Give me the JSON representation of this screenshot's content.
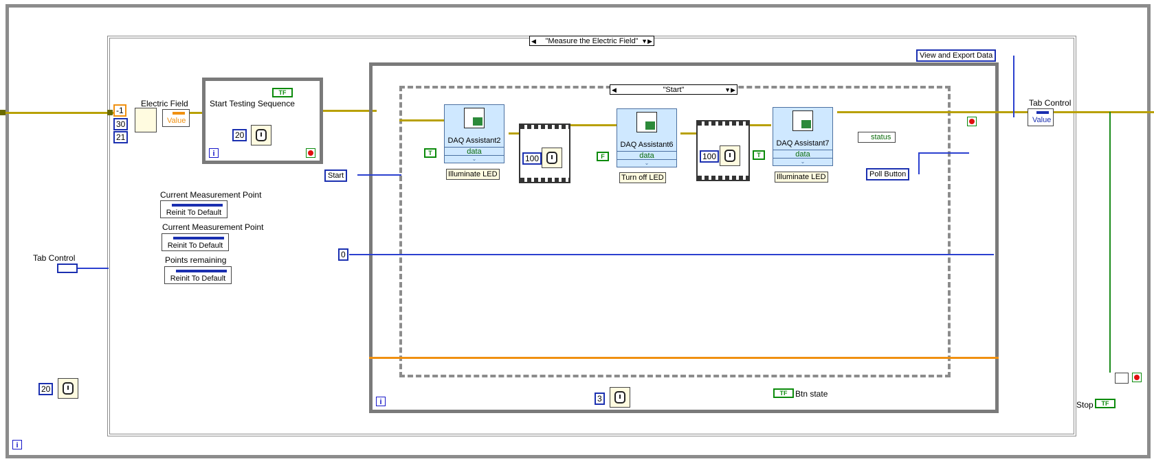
{
  "outer_loop": {
    "iteration": "i"
  },
  "case_structure": {
    "selector": "\"Measure the Electric Field\""
  },
  "sequence_loop": {
    "title": "Start Testing Sequence",
    "wait_ms": "20",
    "iteration": "i",
    "bool_label": "TF"
  },
  "left_nodes": {
    "const_neg1": "-1",
    "const_30": "30",
    "const_21": "21",
    "electric_field_label": "Electric Field",
    "electric_field_value": "Value",
    "tab_control_label": "Tab Control",
    "wait_ms": "20"
  },
  "property_nodes": [
    {
      "label": "Current Measurement Point",
      "action": "Reinit To Default"
    },
    {
      "label": "Current Measurement Point",
      "action": "Reinit To Default"
    },
    {
      "label": "Points remaining",
      "action": "Reinit To Default"
    }
  ],
  "while_loop": {
    "enum_start": "Start",
    "const_zero": "0",
    "wait_ms": "3",
    "iteration": "i",
    "btn_state_label": "Btn state",
    "btn_state_bool": "TF"
  },
  "inner_case": {
    "selector": "\"Start\""
  },
  "daq": [
    {
      "name": "DAQ Assistant2",
      "data": "data",
      "string": "Illuminate LED",
      "bool": "T"
    },
    {
      "name": "DAQ Assistant6",
      "data": "data",
      "string": "Turn off LED",
      "bool": "F"
    },
    {
      "name": "DAQ Assistant7",
      "data": "data",
      "string": "Illuminate LED",
      "bool": "T"
    }
  ],
  "waits": {
    "first": "100",
    "second": "100"
  },
  "status_label": "status",
  "poll_button": "Poll Button",
  "right_nodes": {
    "view_export": "View and Export Data",
    "tab_control_label": "Tab Control",
    "tab_control_value": "Value",
    "stop_label": "Stop",
    "stop_bool": "TF"
  },
  "colors": {
    "frame": "#8c8c8c",
    "numeric": "#1a2fb0",
    "boolean": "#0a8a0a",
    "string_wire": "#b8a000",
    "daq_bg": "#cfe8ff",
    "orange_wire": "#f09010"
  }
}
